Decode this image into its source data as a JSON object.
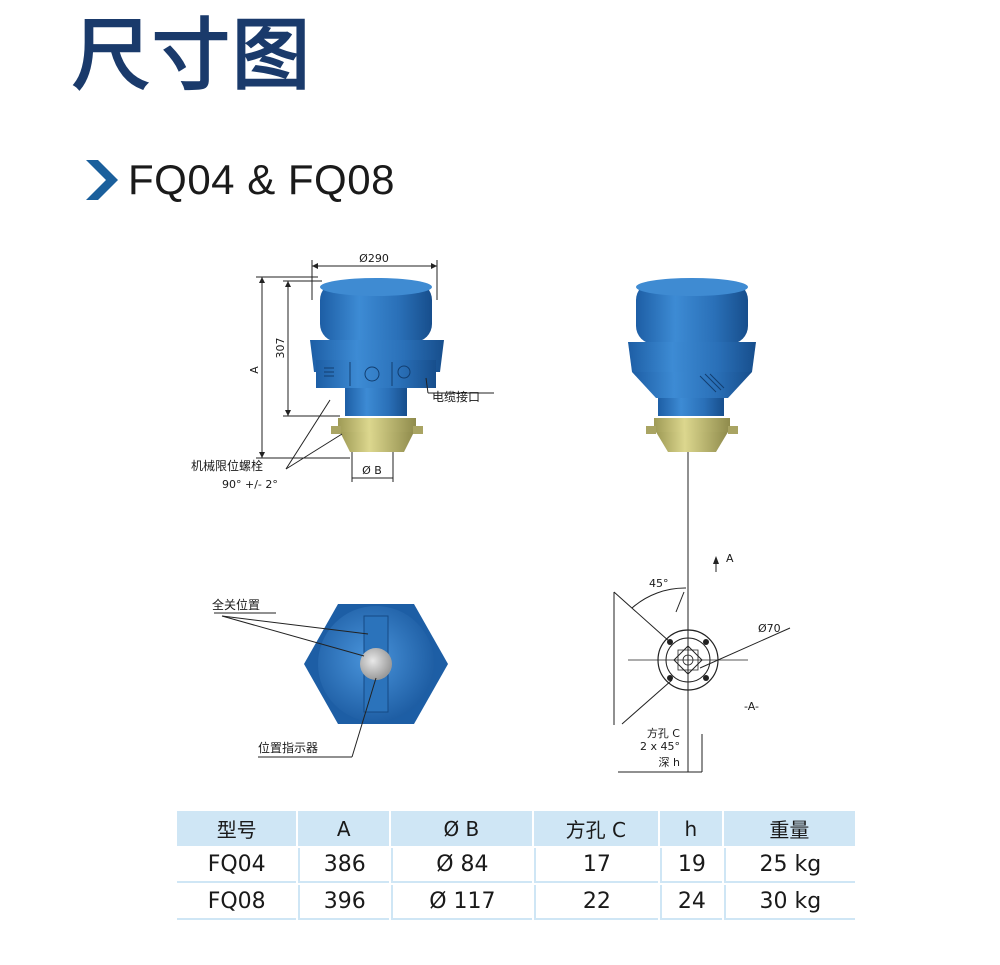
{
  "title": "尺寸图",
  "section": {
    "title": "FQ04 & FQ08"
  },
  "front_view": {
    "diameter_label": "Ø290",
    "height_label": "307",
    "a_label": "A",
    "cable_entry_label": "电缆接口",
    "limit_bolt_label": "机械限位螺栓",
    "limit_bolt_angle": "90° +/- 2°",
    "bore_label": "Ø B"
  },
  "top_view": {
    "closed_position_label": "全关位置",
    "indicator_label": "位置指示器"
  },
  "flange_view": {
    "view_arrow_label": "A",
    "angle_label": "45°",
    "pcd_label": "Ø70",
    "view_label": "-A-",
    "square_hole_label": "方孔 C",
    "chamfer_label": "2 x 45°",
    "depth_label": "深 h"
  },
  "colors": {
    "title_blue": "#1a3a6b",
    "chevron_blue": "#1a5f9c",
    "body_blue": "#2a70b8",
    "flange_yellow": "#c9c47a",
    "table_header": "#cfe6f5"
  },
  "table": {
    "headers": [
      "型号",
      "A",
      "Ø B",
      "方孔 C",
      "h",
      "重量"
    ],
    "rows": [
      [
        "FQ04",
        "386",
        "Ø 84",
        "17",
        "19",
        "25 kg"
      ],
      [
        "FQ08",
        "396",
        "Ø 117",
        "22",
        "24",
        "30 kg"
      ]
    ]
  }
}
